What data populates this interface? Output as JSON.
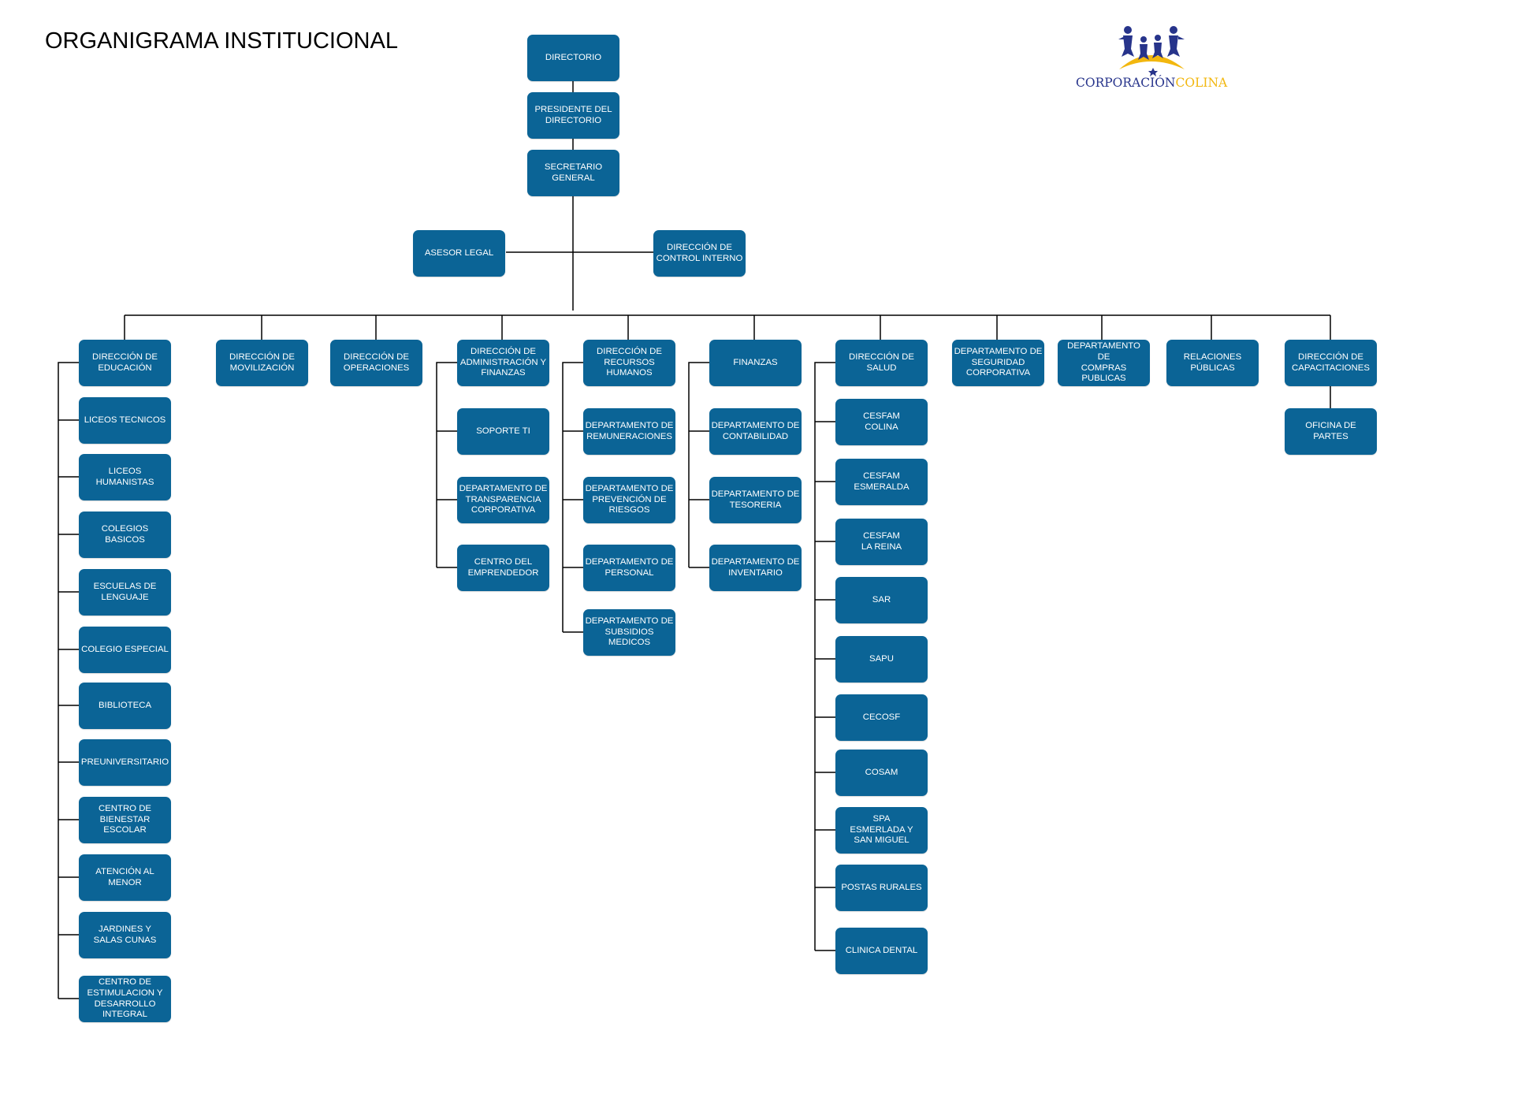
{
  "title": "ORGANIGRAMA INSTITUCIONAL",
  "logo": {
    "part1": "CORPORACIÓN",
    "part2": "COLINA",
    "icon": "children-sun-logo-icon"
  },
  "colors": {
    "node": "#0b6496",
    "node_text": "#ffffff",
    "line": "#000000",
    "logo_blue": "#27348b",
    "logo_yellow": "#f2b70f"
  },
  "nodes": {
    "directorio": "DIRECTORIO",
    "presidente": "PRESIDENTE DEL\nDIRECTORIO",
    "secretario": "SECRETARIO\nGENERAL",
    "asesor": "ASESOR LEGAL",
    "control": "DIRECCIÓN DE\nCONTROL INTERNO",
    "educacion": "DIRECCIÓN DE\nEDUCACIÓN",
    "liceos_tecnicos": "LICEOS TECNICOS",
    "liceos_humanistas": "LICEOS\nHUMANISTAS",
    "colegios_basicos": "COLEGIOS\nBASICOS",
    "escuelas_lenguaje": "ESCUELAS DE\nLENGUAJE",
    "colegio_especial": "COLEGIO ESPECIAL",
    "biblioteca": "BIBLIOTECA",
    "preuniversitario": "PREUNIVERSITARIO",
    "bienestar": "CENTRO DE\nBIENESTAR\nESCOLAR",
    "atencion_menor": "ATENCIÓN AL\nMENOR",
    "jardines": "JARDINES Y\nSALAS CUNAS",
    "estimulacion": "CENTRO DE\nESTIMULACION Y\nDESARROLLO\nINTEGRAL",
    "movilizacion": "DIRECCIÓN DE\nMOVILIZACIÓN",
    "operaciones": "DIRECCIÓN DE\nOPERACIONES",
    "administracion": "DIRECCIÓN DE\nADMINISTRACIÓN Y\nFINANZAS",
    "soporte_ti": "SOPORTE TI",
    "transparencia": "DEPARTAMENTO DE\nTRANSPARENCIA\nCORPORATIVA",
    "emprendedor": "CENTRO DEL\nEMPRENDEDOR",
    "rrhh": "DIRECCIÓN DE\nRECURSOS\nHUMANOS",
    "remuneraciones": "DEPARTAMENTO DE\nREMUNERACIONES",
    "prevencion": "DEPARTAMENTO DE\nPREVENCIÓN DE\nRIESGOS",
    "personal": "DEPARTAMENTO DE\nPERSONAL",
    "subsidios": "DEPARTAMENTO DE\nSUBSIDIOS MEDICOS",
    "finanzas": "FINANZAS",
    "contabilidad": "DEPARTAMENTO DE\nCONTABILIDAD",
    "tesoreria": "DEPARTAMENTO DE\nTESORERIA",
    "inventario": "DEPARTAMENTO DE\nINVENTARIO",
    "salud": "DIRECCIÓN DE\nSALUD",
    "cesfam_colina": "CESFAM\nCOLINA",
    "cesfam_esmeralda": "CESFAM\nESMERALDA",
    "cesfam_reina": "CESFAM\nLA REINA",
    "sar": "SAR",
    "sapu": "SAPU",
    "cecosf": "CECOSF",
    "cosam": "COSAM",
    "spa": "SPA\nESMERLADA Y\nSAN MIGUEL",
    "postas": "POSTAS RURALES",
    "clinica": "CLINICA DENTAL",
    "seguridad": "DEPARTAMENTO DE\nSEGURIDAD\nCORPORATIVA",
    "compras": "DEPARTAMENTO\nDE\nCOMPRAS\nPUBLICAS",
    "relaciones": "RELACIONES\nPÚBLICAS",
    "capacitaciones": "DIRECCIÓN DE\nCAPACITACIONES",
    "oficina_partes": "OFICINA DE\nPARTES"
  }
}
